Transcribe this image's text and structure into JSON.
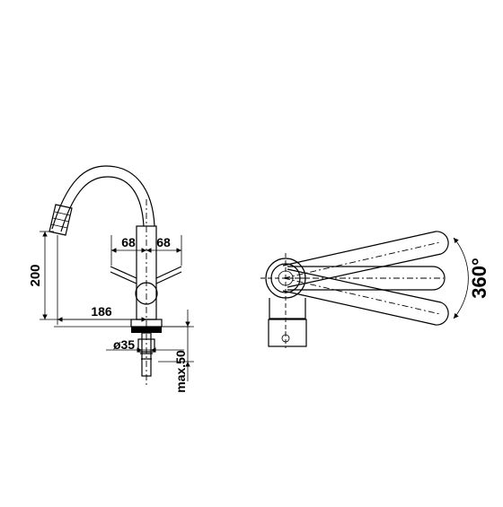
{
  "dimensions": {
    "left_width": "68",
    "right_width": "68",
    "height": "200",
    "reach": "186",
    "hole_diameter": "ø35",
    "max_thickness": "max.50",
    "rotation": "360°"
  },
  "colors": {
    "line": "#000000",
    "background": "#ffffff"
  }
}
